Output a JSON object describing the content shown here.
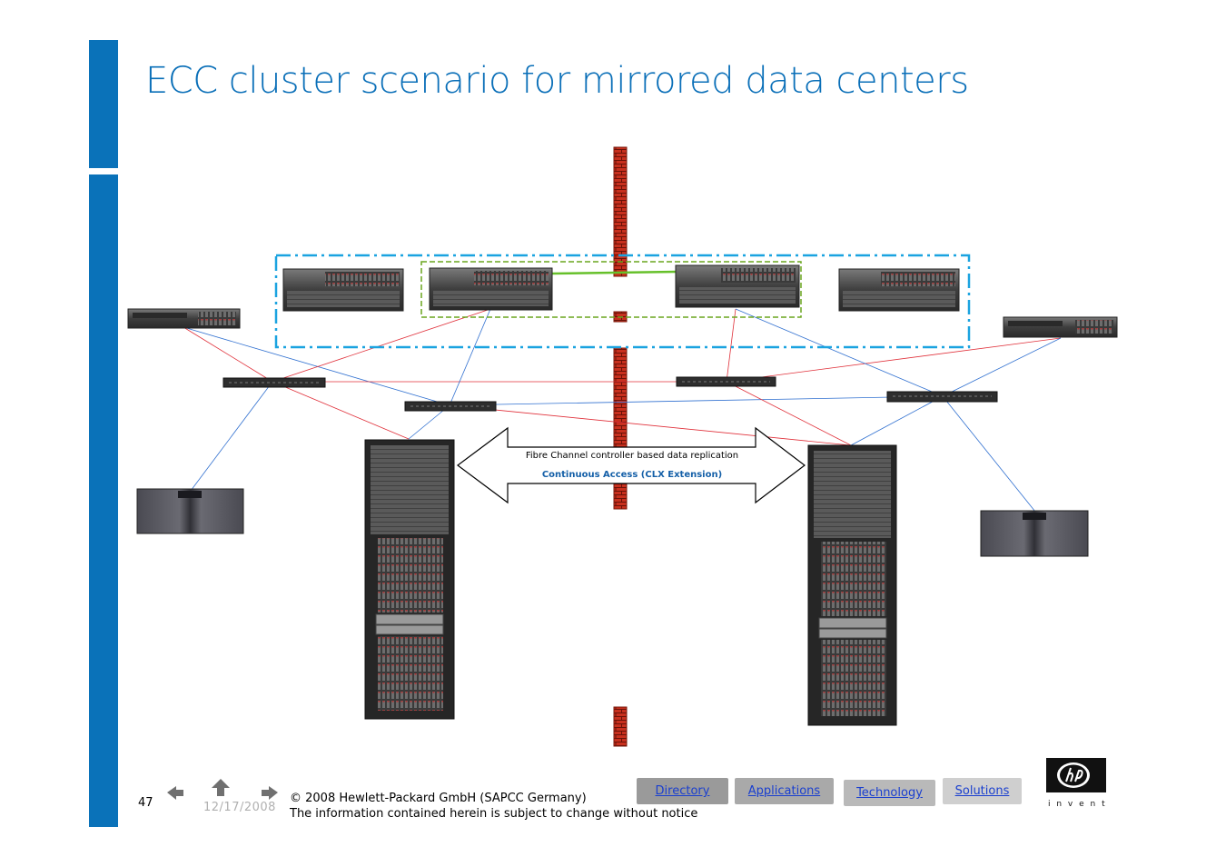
{
  "slide": {
    "title": "ECC cluster scenario for mirrored data centers",
    "page_number": "47",
    "date": "12/17/2008",
    "copyright": "© 2008 Hewlett-Packard GmbH (SAPCC Germany)",
    "notice": "The information contained herein is subject to change without notice"
  },
  "diagram": {
    "replication_label": "Fibre Channel controller based data replication",
    "replication_sublabel": "Continuous Access (CLX Extension)"
  },
  "nav": {
    "directory": "Directory",
    "applications": "Applications",
    "technology": "Technology",
    "solutions": "Solutions"
  },
  "logo": {
    "tagline": "i n v e n t",
    "icon": "hp-logo-icon"
  },
  "icons": {
    "prev": "arrow-left-icon",
    "home": "arrow-up-icon",
    "next": "arrow-right-icon"
  },
  "colors": {
    "brand_blue": "#0a72b9",
    "title_blue": "#0a6fb8",
    "cluster_outline": "#1aa3e0",
    "package_outline": "#6aa61e",
    "firewall": "#c8301e",
    "link_red": "#e0303a",
    "link_blue": "#3070d0"
  }
}
